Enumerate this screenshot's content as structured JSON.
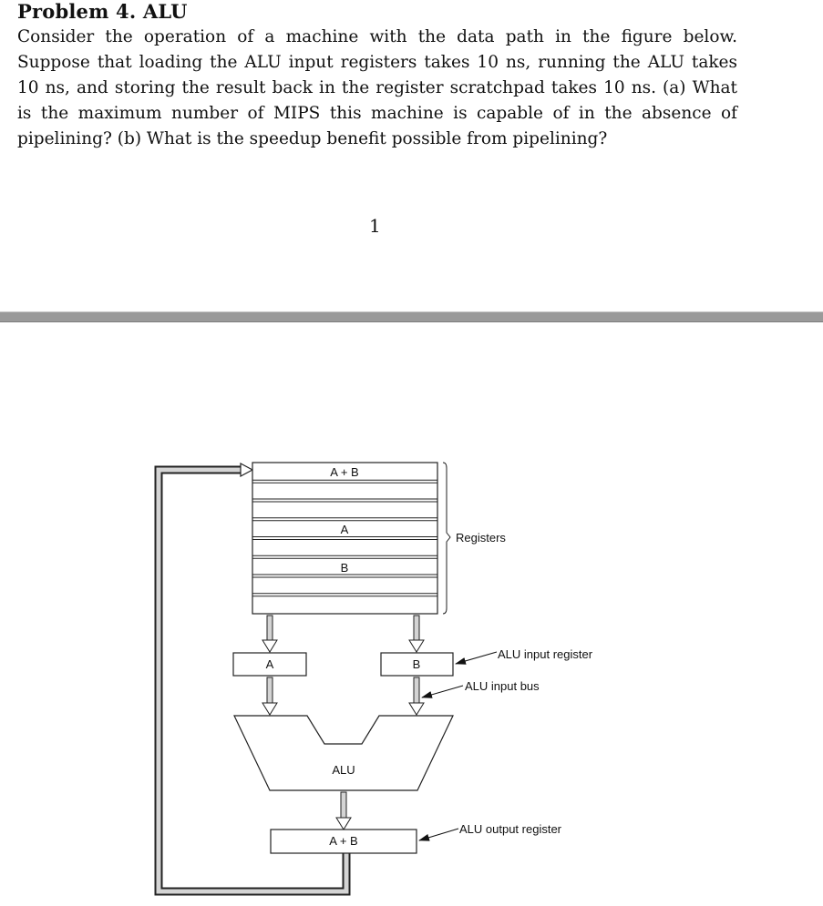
{
  "problem": {
    "title": "Problem 4. ALU",
    "text": "Consider the operation of a machine with the data path in the figure below. Suppose that loading the ALU input registers takes 10 ns, running the ALU takes 10 ns, and storing the result back in the register scratchpad takes 10 ns. (a) What is the maximum number of MIPS this machine is capable of in the absence of pipelining? (b) What is the speedup benefit possible from pipelining?"
  },
  "page_number": "1",
  "diagram": {
    "registers_label": "Registers",
    "register_rows": [
      "A + B",
      "",
      "",
      "A",
      "",
      "B",
      "",
      ""
    ],
    "input_register_a": "A",
    "input_register_b": "B",
    "alu_label": "ALU",
    "output_register": "A + B",
    "callouts": {
      "alu_input_register": "ALU input register",
      "alu_input_bus": "ALU input bus",
      "alu_output_register": "ALU output register"
    }
  }
}
